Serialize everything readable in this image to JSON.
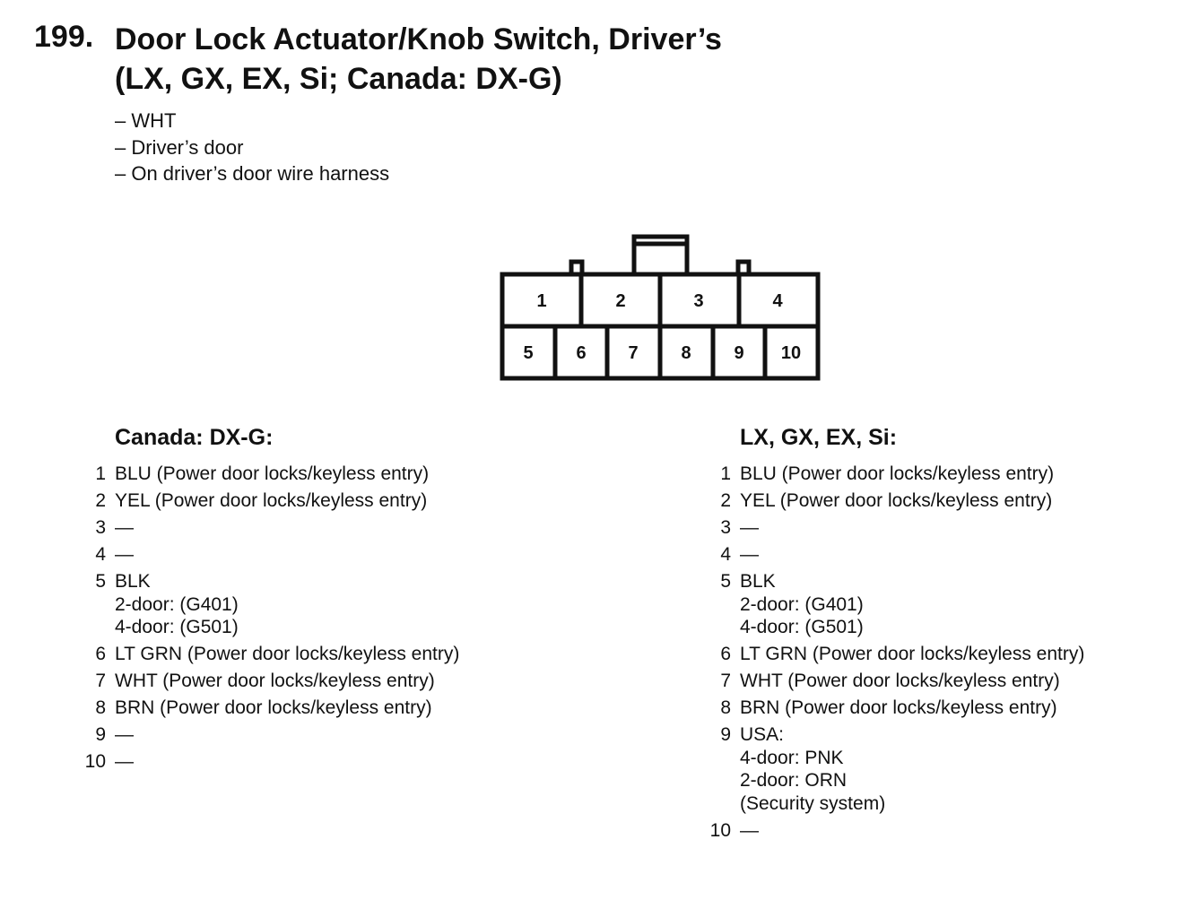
{
  "title": {
    "number": "199.",
    "line1": "Door Lock Actuator/Knob Switch, Driver’s",
    "line2": "(LX, GX, EX, Si; Canada: DX-G)"
  },
  "notes": [
    "– WHT",
    "– Driver’s door",
    "– On driver’s door wire harness"
  ],
  "connector": {
    "top_row": [
      "1",
      "2",
      "3",
      "4"
    ],
    "bottom_row": [
      "5",
      "6",
      "7",
      "8",
      "9",
      "10"
    ]
  },
  "canada": {
    "heading": "Canada: DX-G:",
    "pins": [
      {
        "num": "1",
        "lines": [
          "BLU (Power door locks/keyless entry)"
        ]
      },
      {
        "num": "2",
        "lines": [
          "YEL (Power door locks/keyless entry)"
        ]
      },
      {
        "num": "3",
        "lines": [
          "—"
        ]
      },
      {
        "num": "4",
        "lines": [
          "—"
        ]
      },
      {
        "num": "5",
        "lines": [
          "BLK",
          "2-door: (G401)",
          "4-door: (G501)"
        ]
      },
      {
        "num": "6",
        "lines": [
          "LT GRN (Power door locks/keyless entry)"
        ]
      },
      {
        "num": "7",
        "lines": [
          "WHT (Power door locks/keyless entry)"
        ]
      },
      {
        "num": "8",
        "lines": [
          "BRN (Power door locks/keyless entry)"
        ]
      },
      {
        "num": "9",
        "lines": [
          "—"
        ]
      },
      {
        "num": "10",
        "lines": [
          "—"
        ]
      }
    ]
  },
  "usa": {
    "heading": "LX, GX, EX, Si:",
    "pins": [
      {
        "num": "1",
        "lines": [
          "BLU (Power door locks/keyless entry)"
        ]
      },
      {
        "num": "2",
        "lines": [
          "YEL (Power door locks/keyless entry)"
        ]
      },
      {
        "num": "3",
        "lines": [
          "—"
        ]
      },
      {
        "num": "4",
        "lines": [
          "—"
        ]
      },
      {
        "num": "5",
        "lines": [
          "BLK",
          "2-door: (G401)",
          "4-door: (G501)"
        ]
      },
      {
        "num": "6",
        "lines": [
          "LT GRN (Power door locks/keyless entry)"
        ]
      },
      {
        "num": "7",
        "lines": [
          "WHT (Power door locks/keyless entry)"
        ]
      },
      {
        "num": "8",
        "lines": [
          "BRN (Power door locks/keyless entry)"
        ]
      },
      {
        "num": "9",
        "lines": [
          "USA:",
          "4-door: PNK",
          "2-door: ORN",
          "(Security system)"
        ]
      },
      {
        "num": "10",
        "lines": [
          "—"
        ]
      }
    ]
  }
}
